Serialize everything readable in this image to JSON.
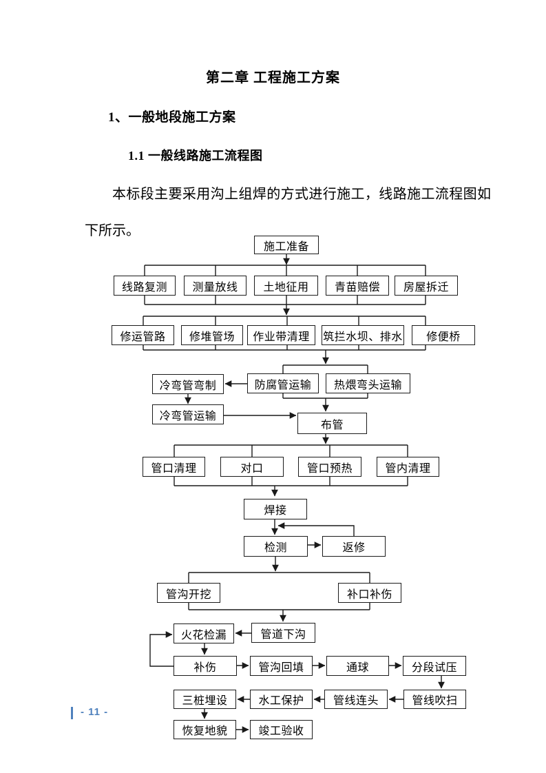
{
  "page": {
    "title": "第二章 工程施工方案",
    "section_heading": "1、一般地段施工方案",
    "subsection_heading": "1.1 一般线路施工流程图",
    "paragraph": "本标段主要采用沟上组焊的方式进行施工，线路施工流程图如下所示。",
    "page_number": "- 11 -"
  },
  "colors": {
    "text": "#000000",
    "line": "#1a1a1a",
    "page_number_accent": "#4f81bd",
    "background": "#ffffff"
  },
  "flowchart": {
    "nodes": [
      {
        "id": "prep",
        "label": "施工准备"
      },
      {
        "id": "r1a",
        "label": "线路复测"
      },
      {
        "id": "r1b",
        "label": "测量放线"
      },
      {
        "id": "r1c",
        "label": "土地征用"
      },
      {
        "id": "r1d",
        "label": "青苗赔偿"
      },
      {
        "id": "r1e",
        "label": "房屋拆迁"
      },
      {
        "id": "r2a",
        "label": "修运管路"
      },
      {
        "id": "r2b",
        "label": "修堆管场"
      },
      {
        "id": "r2c",
        "label": "作业带清理"
      },
      {
        "id": "r2d",
        "label": "筑拦水坝、排水"
      },
      {
        "id": "r2e",
        "label": "修便桥"
      },
      {
        "id": "lwb",
        "label": "冷弯管弯制"
      },
      {
        "id": "fft",
        "label": "防腐管运输"
      },
      {
        "id": "rwt",
        "label": "热煨弯头运输"
      },
      {
        "id": "lwt",
        "label": "冷弯管运输"
      },
      {
        "id": "bg",
        "label": "布管"
      },
      {
        "id": "r3a",
        "label": "管口清理"
      },
      {
        "id": "r3b",
        "label": "对口"
      },
      {
        "id": "r3c",
        "label": "管口预热"
      },
      {
        "id": "r3d",
        "label": "管内清理"
      },
      {
        "id": "hj",
        "label": "焊接"
      },
      {
        "id": "jc",
        "label": "检测"
      },
      {
        "id": "fx",
        "label": "返修"
      },
      {
        "id": "ggkw",
        "label": "管沟开挖"
      },
      {
        "id": "bkbs",
        "label": "补口补伤"
      },
      {
        "id": "gdxg",
        "label": "管道下沟"
      },
      {
        "id": "hhjl",
        "label": "火花检漏"
      },
      {
        "id": "bs",
        "label": "补伤"
      },
      {
        "id": "gght",
        "label": "管沟回填"
      },
      {
        "id": "tq",
        "label": "通球"
      },
      {
        "id": "fdsy",
        "label": "分段试压"
      },
      {
        "id": "gxcs",
        "label": "管线吹扫"
      },
      {
        "id": "gxlt",
        "label": "管线连头"
      },
      {
        "id": "sgbh",
        "label": "水工保护"
      },
      {
        "id": "szms",
        "label": "三桩埋设"
      },
      {
        "id": "hfdm",
        "label": "恢复地貌"
      },
      {
        "id": "jgys",
        "label": "竣工验收"
      }
    ],
    "edges": [
      {
        "from": "prep",
        "to": "r1a"
      },
      {
        "from": "prep",
        "to": "r1b"
      },
      {
        "from": "prep",
        "to": "r1c"
      },
      {
        "from": "prep",
        "to": "r1d"
      },
      {
        "from": "prep",
        "to": "r1e"
      },
      {
        "from": "row1",
        "to": "row2"
      },
      {
        "from": "row2",
        "to": "fft"
      },
      {
        "from": "row2",
        "to": "rwt"
      },
      {
        "from": "fft",
        "to": "lwb"
      },
      {
        "from": "lwb",
        "to": "lwt"
      },
      {
        "from": "lwt",
        "to": "bg"
      },
      {
        "from": "fft",
        "to": "bg"
      },
      {
        "from": "rwt",
        "to": "bg"
      },
      {
        "from": "bg",
        "to": "r3a"
      },
      {
        "from": "bg",
        "to": "r3b"
      },
      {
        "from": "bg",
        "to": "r3c"
      },
      {
        "from": "bg",
        "to": "r3d"
      },
      {
        "from": "row3",
        "to": "hj"
      },
      {
        "from": "hj",
        "to": "jc"
      },
      {
        "from": "jc",
        "to": "fx"
      },
      {
        "from": "fx",
        "to": "jc"
      },
      {
        "from": "jc",
        "to": "ggkw"
      },
      {
        "from": "jc",
        "to": "bkbs"
      },
      {
        "from": "ggkw",
        "to": "gdxg"
      },
      {
        "from": "bkbs",
        "to": "gdxg"
      },
      {
        "from": "gdxg",
        "to": "hhjl"
      },
      {
        "from": "hhjl",
        "to": "bs"
      },
      {
        "from": "bs",
        "to": "hhjl"
      },
      {
        "from": "bs",
        "to": "gght"
      },
      {
        "from": "gght",
        "to": "tq"
      },
      {
        "from": "tq",
        "to": "fdsy"
      },
      {
        "from": "fdsy",
        "to": "gxcs"
      },
      {
        "from": "gxcs",
        "to": "gxlt"
      },
      {
        "from": "gxlt",
        "to": "sgbh"
      },
      {
        "from": "sgbh",
        "to": "szms"
      },
      {
        "from": "szms",
        "to": "hfdm"
      },
      {
        "from": "hfdm",
        "to": "jgys"
      }
    ]
  }
}
